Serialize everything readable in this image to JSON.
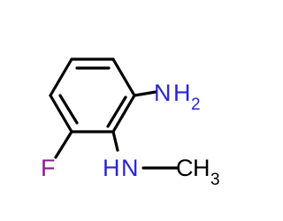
{
  "molecule": {
    "atoms": {
      "amine_n": "N",
      "amine_h": "H",
      "amine_sub": "2",
      "fluorine": "F",
      "nh_n": "N",
      "nh_h": "H",
      "methyl_c": "C",
      "methyl_h": "H",
      "methyl_sub": "3"
    }
  },
  "colors": {
    "bond": "#000000",
    "nitrogen": "#2a24d8",
    "fluorine": "#8b1a8f",
    "carbon": "#000000"
  }
}
